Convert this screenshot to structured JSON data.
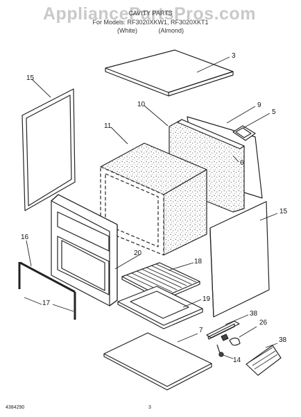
{
  "header": {
    "watermark": "AppliancePartsPros.com",
    "title": "CAVITY PARTS",
    "models": "For Models: RF3020XKW1, RF3020XKT1",
    "variant_a": "(White)",
    "variant_b": "(Almond)"
  },
  "callouts": [
    "3",
    "15",
    "10",
    "9",
    "5",
    "11",
    "6",
    "15",
    "16",
    "20",
    "18",
    "17",
    "19",
    "38",
    "7",
    "26",
    "38",
    "14"
  ],
  "footer": {
    "doc_number": "4384290",
    "page_number": "3"
  },
  "colors": {
    "line": "#222222",
    "speckle": "#6a6a6a",
    "watermark": "#c9c9c9"
  }
}
